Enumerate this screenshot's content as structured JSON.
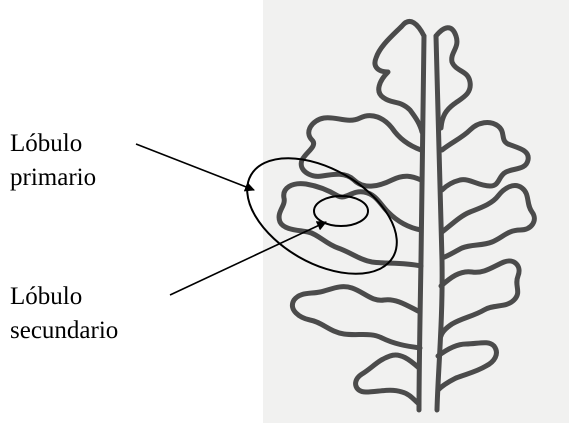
{
  "labels": {
    "primary_line1": "Lóbulo",
    "primary_line2": "primario",
    "secondary_line1": "Lóbulo",
    "secondary_line2": "secundario"
  },
  "colors": {
    "paper": "#f1f1f0",
    "leaf_stroke": "#4b4b4b",
    "annotation": "#000000",
    "text": "#000000"
  }
}
